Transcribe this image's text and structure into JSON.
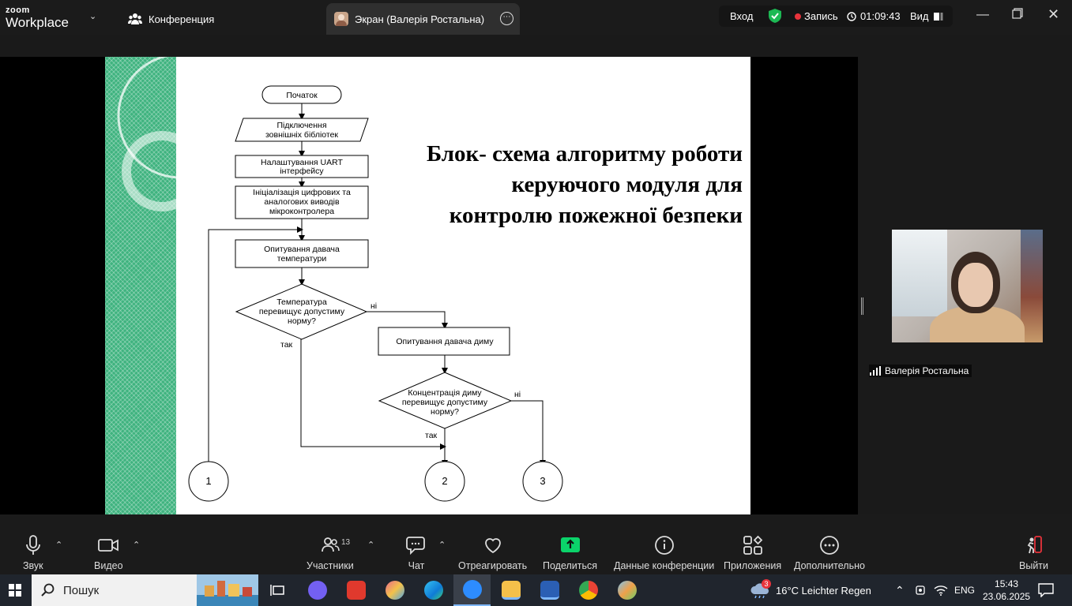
{
  "app": {
    "brand_top": "zoom",
    "brand_bottom": "Workplace"
  },
  "tabs": [
    {
      "label": "Конференция"
    },
    {
      "label": "Экран (Валерія Ростальна)"
    }
  ],
  "status": {
    "login": "Вход",
    "record": "Запись",
    "timer": "01:09:43",
    "view": "Вид"
  },
  "slide": {
    "title_lines": [
      "Блок- схема алгоритму роботи",
      "керуючого модуля для",
      "контролю пожежної безпеки"
    ],
    "flow": {
      "start": "Початок",
      "libs": [
        "Підключення",
        "зовнішніх бібліотек"
      ],
      "uart": [
        "Налаштування UART",
        "інтерфейсу"
      ],
      "init": [
        "Ініціалізація цифрових та",
        "аналогових виводів",
        "мікроконтролера"
      ],
      "temp_sensor": [
        "Опитування давача",
        "температури"
      ],
      "temp_check": [
        "Температура",
        "перевищує допустиму",
        "норму?"
      ],
      "smoke_sensor": "Опитування давача диму",
      "smoke_check": [
        "Концентрація диму",
        "перевищує допустиму",
        "норму?"
      ],
      "no": "ні",
      "yes": "так",
      "connectors": [
        "1",
        "2",
        "3"
      ]
    }
  },
  "participant": {
    "name": "Валерія Ростальна"
  },
  "toolbar": {
    "audio": "Звук",
    "video": "Видео",
    "participants": "Участники",
    "participants_count": "13",
    "chat": "Чат",
    "react": "Отреагировать",
    "share": "Поделиться",
    "info": "Данные конференции",
    "apps": "Приложения",
    "more": "Дополнительно",
    "leave": "Выйти"
  },
  "taskbar": {
    "search": "Пошук",
    "weather_badge": "3",
    "weather": "16°C  Leichter Regen",
    "lang": "ENG",
    "time": "15:43",
    "date": "23.06.2025"
  },
  "colors": {
    "share_green": "#0bd36a",
    "record_red": "#e8333b",
    "shield_green": "#1db954",
    "slide_green": "#3fb37f"
  }
}
